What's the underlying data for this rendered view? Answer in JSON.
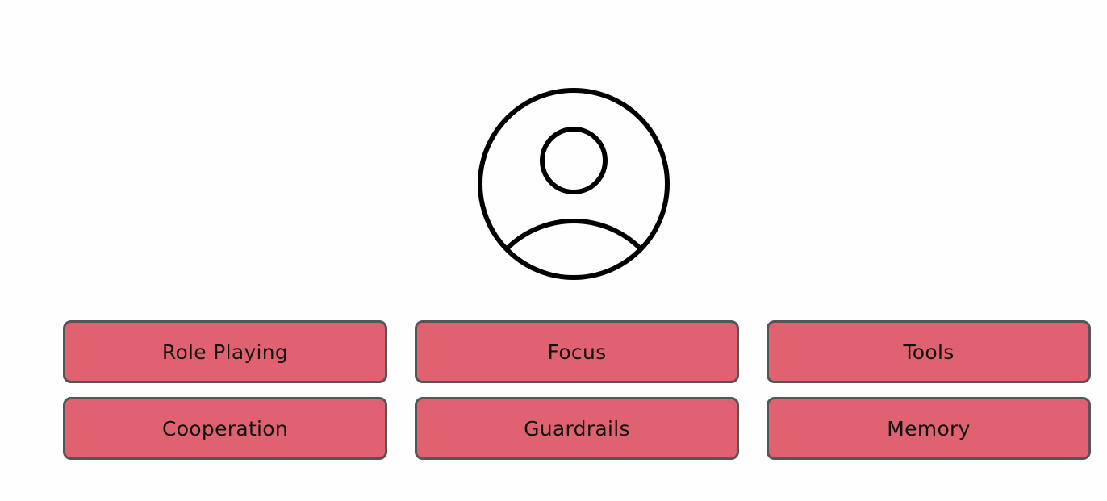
{
  "icon": "user-avatar-icon",
  "colors": {
    "tile_fill": "#e06270",
    "tile_border": "#555555",
    "icon_stroke": "#000000",
    "background": "#fefefe"
  },
  "tiles": [
    {
      "label": "Role Playing"
    },
    {
      "label": "Focus"
    },
    {
      "label": "Tools"
    },
    {
      "label": "Cooperation"
    },
    {
      "label": "Guardrails"
    },
    {
      "label": "Memory"
    }
  ]
}
